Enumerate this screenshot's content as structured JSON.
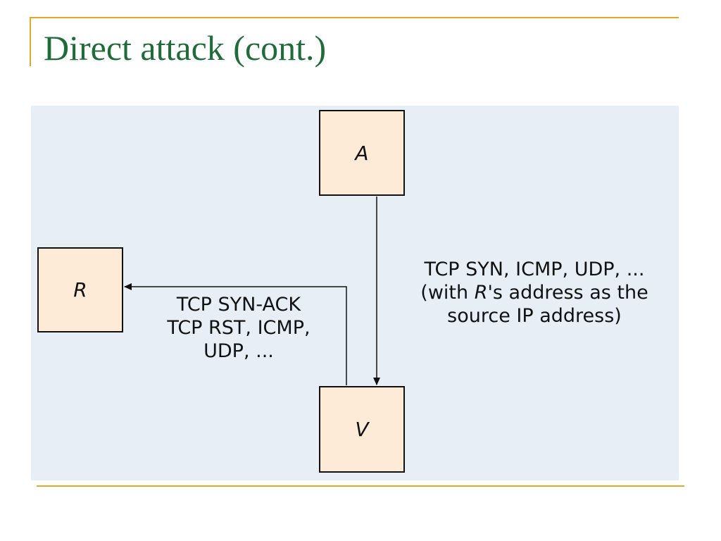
{
  "slide": {
    "title": "Direct attack (cont.)"
  },
  "colors": {
    "title": "#1f6b3a",
    "accent_line": "#e0a92a",
    "panel_background": "#e7eef6",
    "node_fill": "#fdebd8",
    "stroke": "#111111"
  },
  "diagram": {
    "nodes": {
      "attacker": "A",
      "reflector": "R",
      "victim": "V"
    },
    "edges": {
      "attack": {
        "from": "A",
        "to": "V",
        "line1": "TCP SYN, ICMP, UDP, ...",
        "line2_prefix": "(with ",
        "line2_italic": "R",
        "line2_suffix": "'s address as the",
        "line3": "source IP address)"
      },
      "reply": {
        "from": "V",
        "to": "R",
        "line1": "TCP SYN-ACK",
        "line2": "TCP RST, ICMP,",
        "line3": "UDP, ..."
      }
    }
  }
}
